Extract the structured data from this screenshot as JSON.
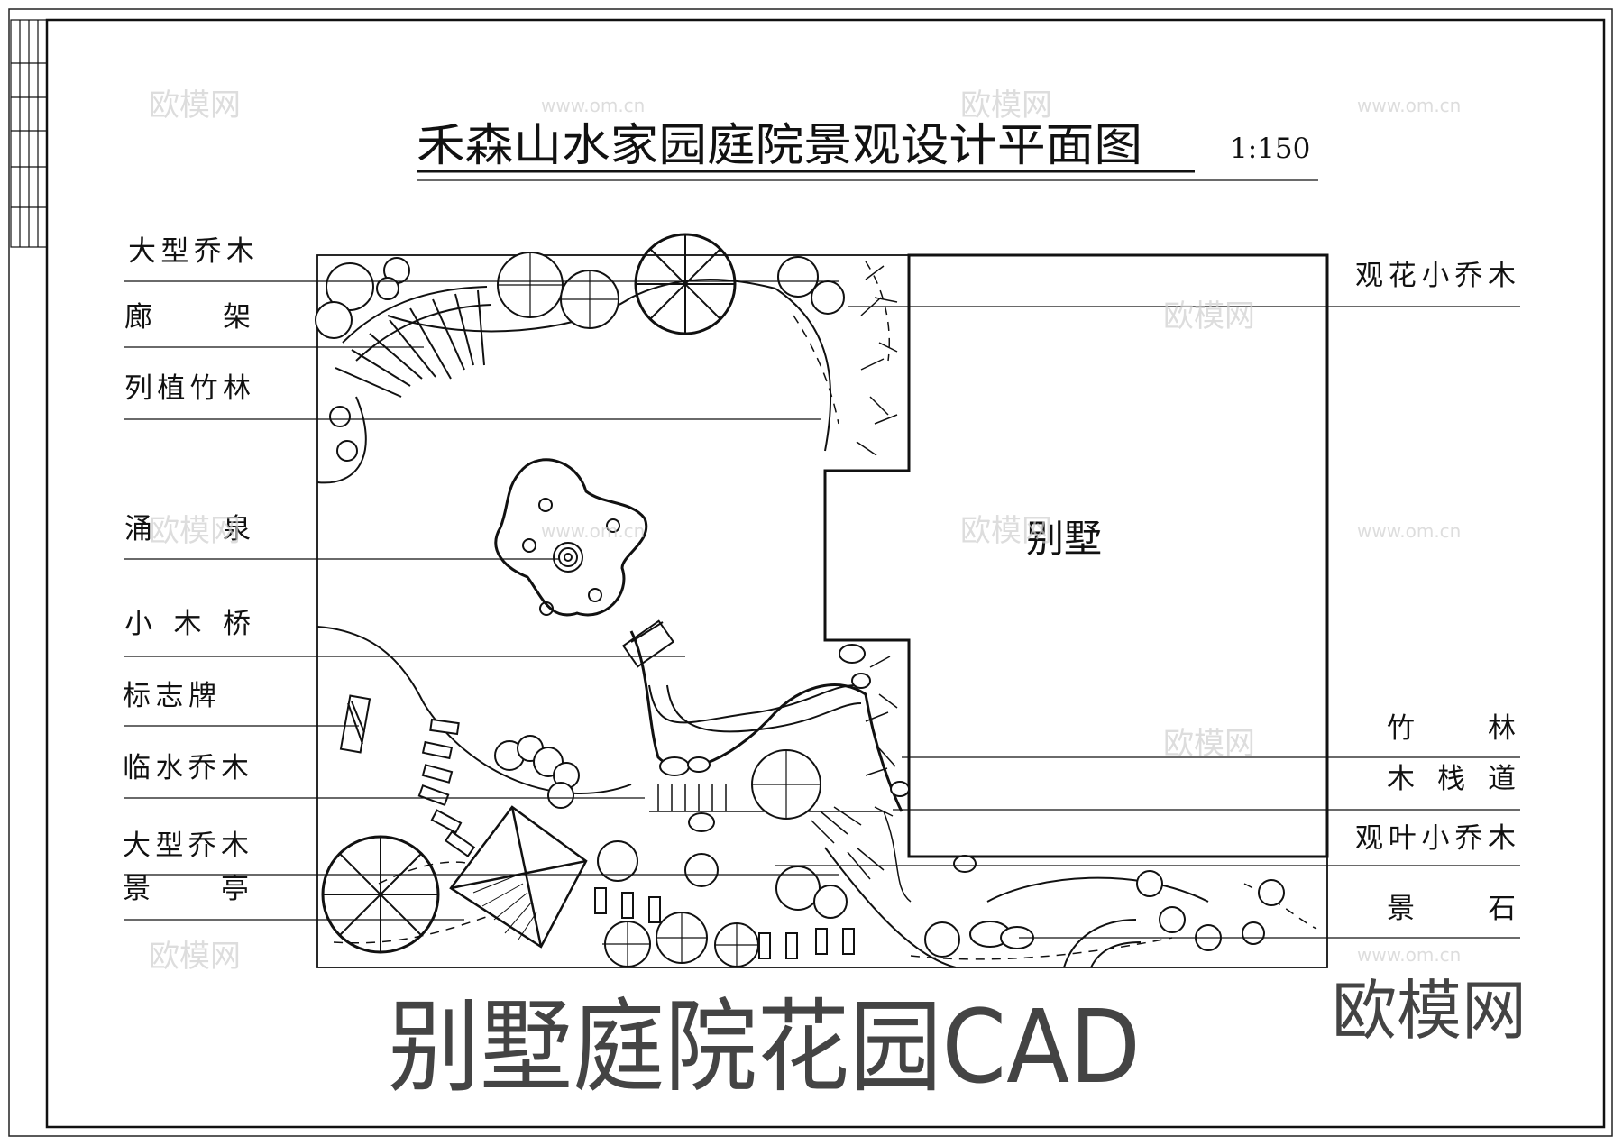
{
  "title": "禾森山水家园庭院景观设计平面图",
  "scale": "1:150",
  "building_label": "别墅",
  "left_labels": [
    "大型乔木",
    "廊架",
    "列植竹林",
    "涌泉",
    "小木桥",
    "标志牌",
    "临水乔木",
    "大型乔木",
    "景亭"
  ],
  "right_labels": [
    "观花小乔木",
    "竹林",
    "木栈道",
    "观叶小乔木",
    "景石"
  ],
  "banner_text": "别墅庭院花园CAD",
  "brand_text": "欧模网",
  "watermark_text": "欧模网",
  "watermark_url": "www.om.cn"
}
